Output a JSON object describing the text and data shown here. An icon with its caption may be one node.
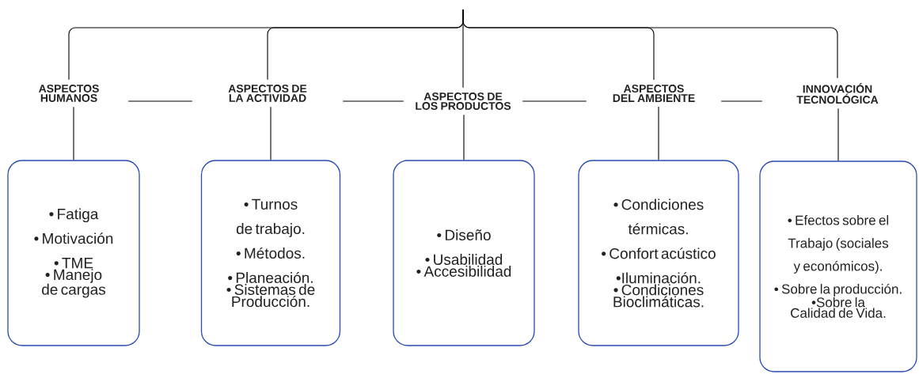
{
  "diagram": {
    "nodes": [
      {
        "text": [
          "ASPECTOS HUMANOS"
        ]
      },
      {
        "text": [
          "ASPECTOS DE LA ACTIVIDAD"
        ]
      },
      {
        "text": [
          "ASPECTOS DE LOS PRODUCTOS"
        ]
      },
      {
        "text": [
          "ASPECTOS DEL AMBIENTE"
        ]
      },
      {
        "text": [
          "INNOVACIÓN TECNOLÓGICA"
        ]
      },
      {
        "text": [
          "• Fatiga",
          "• Motivación",
          "• TME",
          "• Manejo de cargas"
        ]
      },
      {
        "text": [
          "• Turnos de trabajo.",
          "• Métodos.",
          "• Planeación.",
          "• Sistemas de Producción."
        ]
      },
      {
        "text": [
          "• Diseño",
          "• Usabilidad",
          "• Accesibilidad"
        ]
      },
      {
        "text": [
          "• Condiciones térmicas.",
          "• Confort acústico",
          "•Iluminación.",
          "• Condiciones Bioclimáticas."
        ]
      },
      {
        "text": [
          "• Efectos sobre el Trabajo (sociales y económicos).",
          "• Sobre la producción.",
          "•Sobre la Calidad de Vida."
        ]
      }
    ],
    "edges": [
      {
        "from": null,
        "to": 0,
        "arrow": "none"
      },
      {
        "from": null,
        "to": 1,
        "arrow": "none"
      },
      {
        "from": null,
        "to": 2,
        "arrow": "none"
      },
      {
        "from": null,
        "to": 3,
        "arrow": "none"
      },
      {
        "from": null,
        "to": 4,
        "arrow": "none"
      },
      {
        "from": 0,
        "to": 1,
        "arrow": "none"
      },
      {
        "from": 1,
        "to": 2,
        "arrow": "none"
      },
      {
        "from": 2,
        "to": 3,
        "arrow": "none"
      },
      {
        "from": 3,
        "to": 4,
        "arrow": "none"
      },
      {
        "from": 0,
        "to": 5,
        "arrow": "none"
      },
      {
        "from": 1,
        "to": 6,
        "arrow": "none"
      },
      {
        "from": 2,
        "to": 7,
        "arrow": "none"
      },
      {
        "from": 3,
        "to": 8,
        "arrow": "none"
      },
      {
        "from": 4,
        "to": 9,
        "arrow": "none"
      }
    ]
  }
}
